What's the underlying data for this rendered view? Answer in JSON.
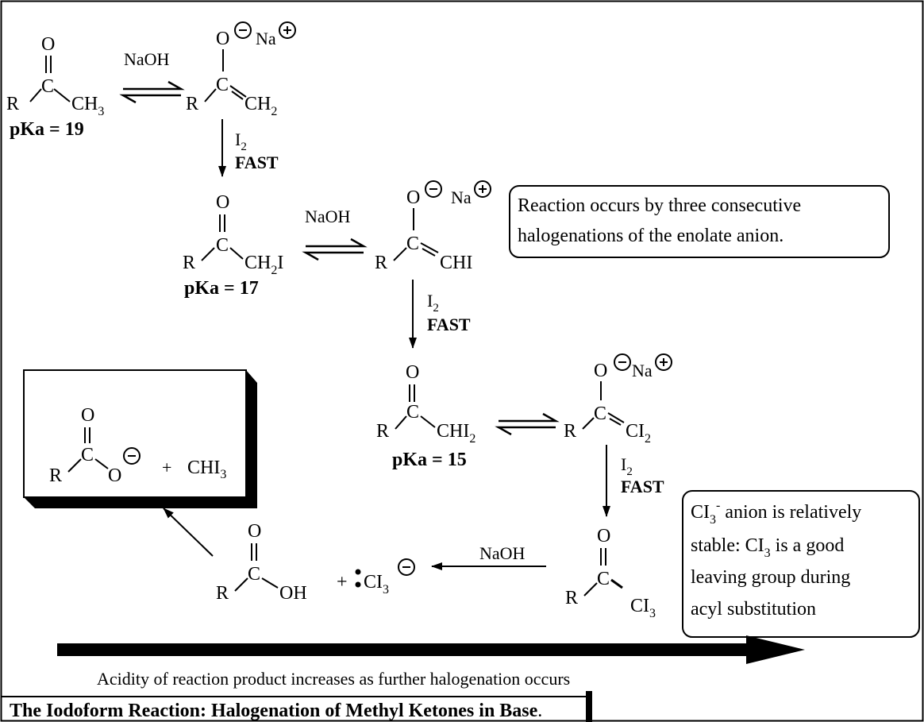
{
  "labels": {
    "O": "O",
    "C": "C",
    "R": "R",
    "CH": "CH",
    "CHI": "CHI",
    "CI": "CI",
    "OH": "OH",
    "Na": "Na",
    "I": "I",
    "sub2": "2",
    "sub3": "3",
    "NaOH": "NaOH",
    "I2_I": "I",
    "FAST": "FAST",
    "plus": "+",
    "CHI3_main": "CHI"
  },
  "pka": {
    "first": "pKa = 19",
    "second": "pKa = 17",
    "third": "pKa = 15"
  },
  "notes": {
    "consecutive_line1": "Reaction occurs by three consecutive",
    "consecutive_line2": "halogenations of the enolate anion.",
    "stable_line1_a": "CI",
    "stable_line1_b": " anion is relatively",
    "stable_line2": "stable: CI",
    "stable_line2_b": " is a good",
    "stable_line3": "leaving group during",
    "stable_line4": "acyl substitution",
    "minus": "-"
  },
  "acidity_caption": "Acidity of reaction product increases as further halogenation occurs",
  "title": {
    "main": "The Iodoform Reaction: Halogenation of Methyl Ketones in Base",
    "period": "."
  }
}
